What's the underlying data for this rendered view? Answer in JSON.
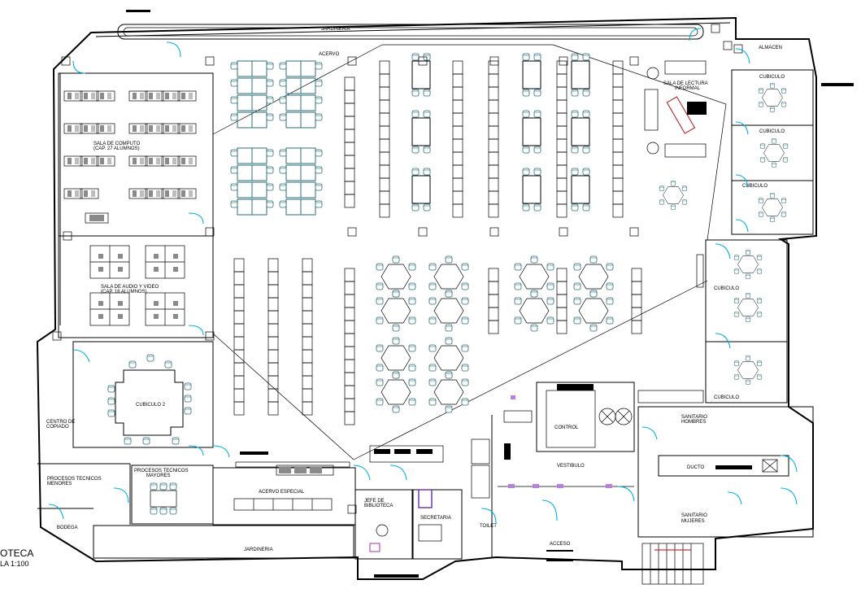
{
  "plan": {
    "title_partial": "OTECA",
    "scale_partial": "LA 1:100",
    "labels": {
      "jardineria_top": "JARDINERIA",
      "jardineria_bottom": "JARDINERIA",
      "acervo": "ACERVO",
      "almacen": "ALMACEN",
      "sala_lectura_1": "SALA DE LECTURA",
      "sala_lectura_2": "INFORMAL",
      "cubiculo_1": "CUBICULO",
      "cubiculo_2": "CUBICULO",
      "cubiculo_3": "CUBICULO",
      "cubiculo_4": "CUBICULO",
      "cubiculo_5": "CUBICULO",
      "sala_computo_1": "SALA DE COMPUTO",
      "sala_computo_2": "(CAP. 27 ALUMNOS)",
      "sala_audio_1": "SALA DE AUDIO Y VIDEO",
      "sala_audio_2": "(CAP. 16 ALUMNOS)",
      "cubiculo_big": "CUBICULO 2",
      "centro_copiado_1": "CENTRO DE",
      "centro_copiado_2": "COPIADO",
      "procesos_menores_1": "PROCESOS TECNICOS",
      "procesos_menores_2": "MENORES",
      "procesos_mayores_1": "PROCESOS TECNICOS",
      "procesos_mayores_2": "MAYORES",
      "bodega": "BODEGA",
      "acervo_especial": "ACERVO ESPECIAL",
      "jefe_1": "JEFE DE",
      "jefe_2": "BIBLIOTECA",
      "secretaria": "SECRETARIA",
      "toilet": "TOILET",
      "control": "CONTROL",
      "vestibulo": "VESTIBULO",
      "acceso": "ACCESO",
      "sanitario_h_1": "SANITARIO",
      "sanitario_h_2": "HOMBRES",
      "sanitario_m_1": "SANITARIO",
      "sanitario_m_2": "MUJERES",
      "ducto": "DUCTO"
    }
  }
}
